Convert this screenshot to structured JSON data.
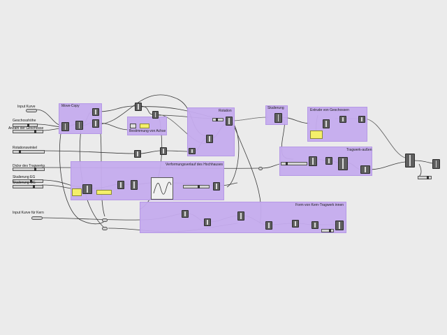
{
  "groups": {
    "move_copy": "Move-Copy",
    "bestimmung": "Bestimmung von Achse",
    "rotation": "Rotation",
    "skalierung": "Skalierung",
    "extrude": "Extrude von Geschossen",
    "tragwerk_aussen": "Tragwerk-außen",
    "verformung": "Verformungsverlauf des Hochhauses",
    "kern": "Form von Kern-Tragwerk innen"
  },
  "inputs": {
    "input_kurve": "Input Kurve",
    "geschosshoehe": "Geschosshöhe",
    "anzahl": "Anzahl der Geschosse",
    "rotationswinkel": "Rotationswinkel",
    "dicke": "Dicke des Tragwerks",
    "skalierung_eg": "Skalierung EG",
    "skalierung_og": "Skalierung OG",
    "input_kurve_kern": "Input Kurve für Kern"
  },
  "colors": {
    "canvas": "#ebebeb",
    "group_fill": "#c6acef",
    "wire": "#3a3a3a",
    "panel": "#f4ef6a"
  }
}
